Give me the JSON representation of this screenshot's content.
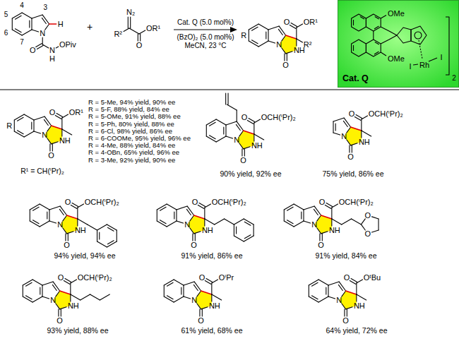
{
  "diagram": {
    "nodes": [
      {
        "text": [
          "Cat. Q",
          "OMe",
          "OMe",
          "Rh",
          "I",
          "I",
          "2"
        ]
      }
    ],
    "labels": [
      "4",
      "3",
      "5",
      "6",
      "7",
      "H",
      "N",
      "O",
      "N",
      "H",
      "OPiv",
      "+",
      "N₂",
      "R²",
      "O",
      "OR¹",
      "Cat. Q (5.0 mol%)",
      "(BzO)₂ (5.0 mol%)",
      "MeCN, 23 °C",
      "R",
      "N",
      "O",
      "NH",
      "O",
      "OR¹",
      "R²",
      "R",
      "N",
      "O",
      "NH",
      "O",
      "OR¹",
      "R¹ = CH(ⁱPr)₂",
      "R = 5-Me, 94% yield, 90% ee",
      "R = 5-F, 88% yield, 84% ee",
      "R = 5-OMe, 91% yield, 88% ee",
      "R = 5-Ph, 80% yield, 88% ee",
      "R = 6-Cl, 98% yield, 86% ee",
      "R = 6-COOMe, 95% yield, 96% ee",
      "R = 4-Me, 88% yield, 84% ee",
      "R = 4-OBn, 65% yield, 96% ee",
      "R = 3-Me, 92% yield, 90% ee",
      "N",
      "O",
      "NH",
      "O",
      "OCH(ⁱPr)₂",
      "90% yield, 92% ee",
      "N",
      "O",
      "NH",
      "O",
      "OCH(ⁱPr)₂",
      "75% yield, 86% ee",
      "N",
      "O",
      "NH",
      "O",
      "OCH(ⁱPr)₂",
      "94% yield, 94% ee",
      "N",
      "O",
      "NH",
      "O",
      "OCH(ⁱPr)₂",
      "91% yield, 86% ee",
      "N",
      "O",
      "NH",
      "O",
      "OCH(ⁱPr)₂",
      "O",
      "O",
      "91% yield, 84% ee",
      "N",
      "O",
      "NH",
      "O",
      "OCH(ⁱPr)₂",
      "93% yield, 88% ee",
      "N",
      "O",
      "NH",
      "O",
      "OⁱPr",
      "61% yield, 68% ee",
      "N",
      "O",
      "NH",
      "O",
      "OᵗBu",
      "64% yield, 72% ee"
    ]
  }
}
